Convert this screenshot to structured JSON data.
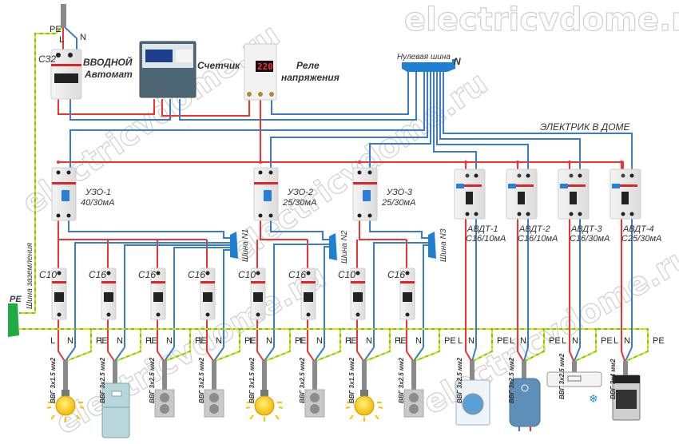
{
  "watermark": "electricvdome.ru",
  "caption": "ЭЛЕКТРИК В ДОМЕ",
  "input": {
    "pe_label": "PE",
    "l_label": "L",
    "n_label": "N",
    "breaker_rating": "C32",
    "breaker_title_1": "ВВОДНОЙ",
    "breaker_title_2": "Автомат"
  },
  "meter": {
    "label": "Счетчик"
  },
  "relay": {
    "label_1": "Реле",
    "label_2": "напряжения",
    "display": "220"
  },
  "neutral_bus": {
    "label": "Нулевая шина",
    "symbol": "N"
  },
  "ground_bus": {
    "label": "Шина заземления",
    "symbol": "PE"
  },
  "rcds": [
    {
      "name": "УЗО-1",
      "rating": "40/30мА",
      "bus": "Шина N1"
    },
    {
      "name": "УЗО-2",
      "rating": "25/30мА",
      "bus": "Шина N2"
    },
    {
      "name": "УЗО-3",
      "rating": "25/30мА",
      "bus": "Шина N3"
    }
  ],
  "rcbos": [
    {
      "name": "АВДТ-1",
      "rating": "C16/10мА"
    },
    {
      "name": "АВДТ-2",
      "rating": "C16/10мА"
    },
    {
      "name": "АВДТ-3",
      "rating": "C16/30мА"
    },
    {
      "name": "АВДТ-4",
      "rating": "C25/30мА"
    }
  ],
  "terminal_labels": {
    "l": "L",
    "n": "N",
    "pe": "PE"
  },
  "circuits": [
    {
      "breaker": "C10",
      "cable": "ВВГ 3х1.5 мм2",
      "load": "lamp"
    },
    {
      "breaker": "C16",
      "cable": "ВВГ 3х2.5 мм2",
      "load": "fridge"
    },
    {
      "breaker": "C16",
      "cable": "ВВГ 3х2.5 мм2",
      "load": "socket"
    },
    {
      "breaker": "C16",
      "cable": "ВВГ 3х2.5 мм2",
      "load": "socket"
    },
    {
      "breaker": "C10",
      "cable": "ВВГ 3х1.5 мм2",
      "load": "lamp"
    },
    {
      "breaker": "C16",
      "cable": "ВВГ 3х2.5 мм2",
      "load": "socket"
    },
    {
      "breaker": "C10",
      "cable": "ВВГ 3х1.5 мм2",
      "load": "lamp"
    },
    {
      "breaker": "C16",
      "cable": "ВВГ 3х2.5 мм2",
      "load": "socket"
    },
    {
      "breaker": "",
      "cable": "ВВГ 3х2.5 мм2",
      "load": "washer"
    },
    {
      "breaker": "",
      "cable": "ВВГ 3х2.5 мм2",
      "load": "water-heater"
    },
    {
      "breaker": "",
      "cable": "ВВГ 3х2.5 мм2",
      "load": "air-conditioner"
    },
    {
      "breaker": "",
      "cable": "ВВГ 3х4 мм2",
      "load": "stove"
    }
  ],
  "colors": {
    "phase": "#ee3333",
    "neutral": "#3a7cc8",
    "ground_a": "#66cc22",
    "ground_b": "#e8e000",
    "bus_blue": "#1f7fd0",
    "bus_green": "#22aa44"
  }
}
